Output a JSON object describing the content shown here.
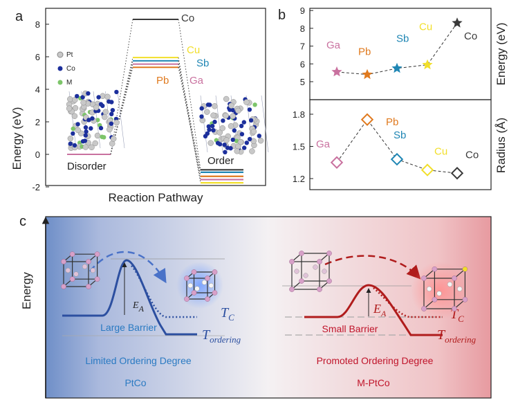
{
  "panel_labels": {
    "a": "a",
    "b": "b",
    "c": "c"
  },
  "colors": {
    "Co": "#3a3a3a",
    "Cu": "#f2df2a",
    "Sb": "#1f86b4",
    "Pb": "#e07a1f",
    "Ga": "#c9719f",
    "Pt": "#c8c8c8",
    "CoAtom": "#1c2f9c",
    "M": "#7dc56a",
    "blue_curve": "#2c4fa0",
    "red_curve": "#b01c1c",
    "blue_text": "#2a7ac2",
    "red_text": "#c0142a"
  },
  "chart_data": [
    {
      "type": "line",
      "title": "",
      "xlabel": "Reaction Pathway",
      "ylabel": "Energy (eV)",
      "ylim": [
        -2,
        9
      ],
      "yticks": [
        "-2",
        "0",
        "2",
        "4",
        "6",
        "8"
      ],
      "states": [
        "Disorder",
        "Order"
      ],
      "series": [
        {
          "name": "Co",
          "values": [
            0,
            8.3,
            -0.95
          ]
        },
        {
          "name": "Cu",
          "values": [
            0,
            5.95,
            -1.75
          ]
        },
        {
          "name": "Sb",
          "values": [
            0,
            5.75,
            -1.1
          ]
        },
        {
          "name": "Ga",
          "values": [
            0,
            5.55,
            -1.55
          ]
        },
        {
          "name": "Pb",
          "values": [
            0,
            5.35,
            -1.35
          ]
        }
      ],
      "legend": [
        "Pt",
        "Co",
        "M"
      ]
    },
    {
      "type": "scatter",
      "ylabel": "Energy (eV)",
      "ylim": [
        4,
        9
      ],
      "yticks": [
        "5",
        "6",
        "7",
        "8",
        "9"
      ],
      "categories": [
        "Ga",
        "Pb",
        "Sb",
        "Cu",
        "Co"
      ],
      "values": [
        5.55,
        5.4,
        5.75,
        5.95,
        8.3
      ]
    },
    {
      "type": "scatter",
      "ylabel": "Radius (Å)",
      "ylim": [
        1.1,
        1.9
      ],
      "yticks": [
        "1.2",
        "1.5",
        "1.8"
      ],
      "categories": [
        "Ga",
        "Pb",
        "Sb",
        "Cu",
        "Co"
      ],
      "values": [
        1.35,
        1.75,
        1.38,
        1.28,
        1.25
      ]
    }
  ],
  "panel_c": {
    "ylabel": "Energy",
    "left": {
      "barrier": "Large Barrier",
      "degree": "Limited Ordering Degree",
      "name": "PtCo"
    },
    "right": {
      "barrier": "Small Barrier",
      "degree": "Promoted Ordering Degree",
      "name": "M-PtCo"
    },
    "ea": "E",
    "ea_sub": "A",
    "tc": "T",
    "tc_sub": "C",
    "tord": "T",
    "tord_sub": "ordering"
  }
}
